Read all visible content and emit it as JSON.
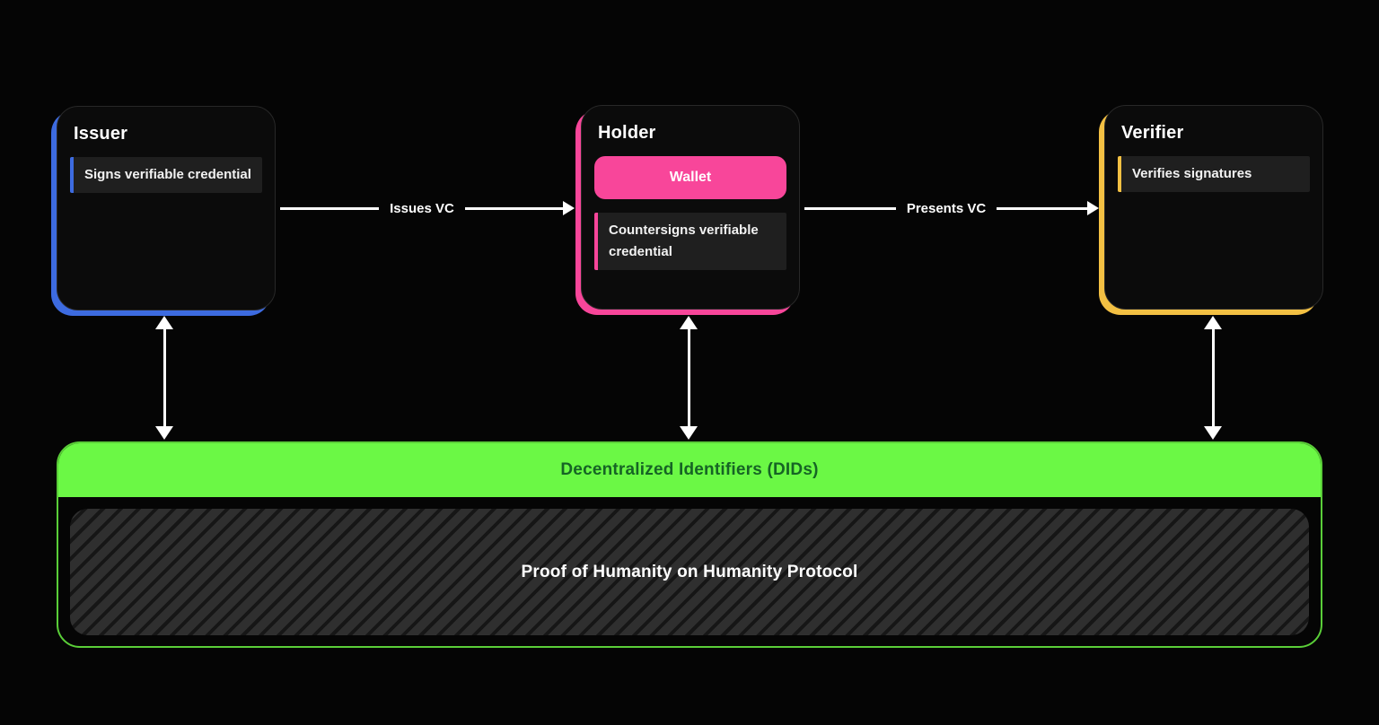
{
  "diagram": {
    "nodes": [
      {
        "title": "Issuer",
        "accent": "#3d6be0",
        "items": [
          "Signs verifiable credential"
        ]
      },
      {
        "title": "Holder",
        "accent": "#f8469a",
        "wallet_label": "Wallet",
        "items": [
          "Countersigns verifiable credential"
        ]
      },
      {
        "title": "Verifier",
        "accent": "#f3c043",
        "items": [
          "Verifies signatures"
        ]
      }
    ],
    "edges": [
      {
        "label": "Issues VC"
      },
      {
        "label": "Presents VC"
      }
    ],
    "base": {
      "accent": "#6bf845",
      "header": "Decentralized Identifiers (DIDs)",
      "body": "Proof of Humanity on Humanity Protocol"
    }
  }
}
